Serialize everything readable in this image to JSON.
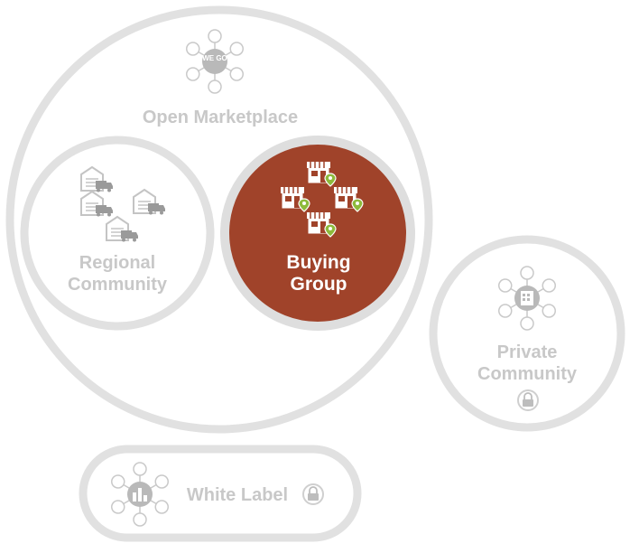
{
  "colors": {
    "ring": "#e1e1e1",
    "muted": "#c8c8c8",
    "icon_gray": "#b9b9b9",
    "accent_fill": "#a0432a",
    "accent_ring": "#dedede",
    "pin_green": "#8dba3c"
  },
  "diagram": {
    "open_marketplace": {
      "label": "Open Marketplace",
      "hub_text": "WE GO",
      "icon": "network-hub-icon"
    },
    "regional_community": {
      "line1": "Regional",
      "line2": "Community",
      "icon": "warehouse-truck-icon"
    },
    "buying_group": {
      "line1": "Buying",
      "line2": "Group",
      "icon": "storefront-pin-icon"
    },
    "private_community": {
      "line1": "Private",
      "line2": "Community",
      "icon": "building-network-icon",
      "lock_icon": "lock-icon"
    },
    "white_label": {
      "label": "White Label",
      "icon": "chart-network-icon",
      "lock_icon": "lock-icon"
    }
  }
}
